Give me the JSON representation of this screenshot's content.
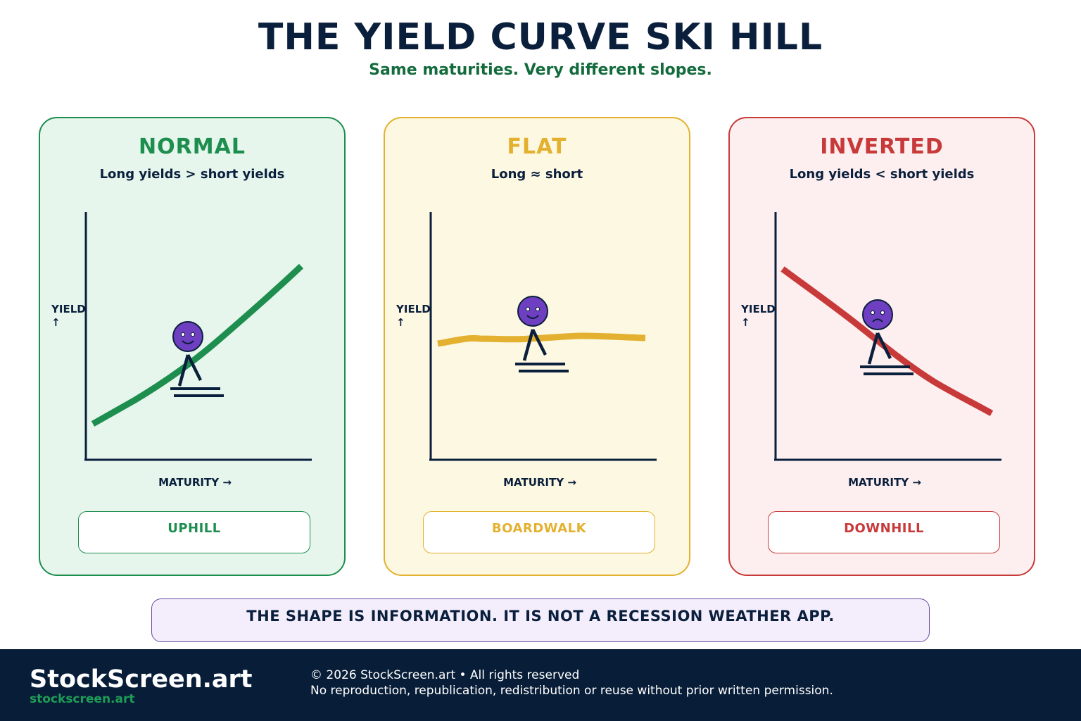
{
  "header": {
    "title": "THE YIELD CURVE SKI HILL",
    "subtitle": "Same maturities. Very different slopes."
  },
  "panels": [
    {
      "title": "NORMAL",
      "subtitle": "Long yields > short yields",
      "y_label": "YIELD",
      "y_arrow": "↑",
      "x_label": "MATURITY →",
      "tag": "UPHILL",
      "accent": "#1e8e4f",
      "background": "#e6f6ec",
      "mood": "happy"
    },
    {
      "title": "FLAT",
      "subtitle": "Long ≈ short",
      "y_label": "YIELD",
      "y_arrow": "↑",
      "x_label": "MATURITY →",
      "tag": "BOARDWALK",
      "accent": "#e3b12f",
      "background": "#fdf8e1",
      "mood": "happy"
    },
    {
      "title": "INVERTED",
      "subtitle": "Long yields < short yields",
      "y_label": "YIELD",
      "y_arrow": "↑",
      "x_label": "MATURITY →",
      "tag": "DOWNHILL",
      "accent": "#c83a3a",
      "background": "#fdefef",
      "mood": "sad"
    }
  ],
  "banner": {
    "text": "THE SHAPE IS INFORMATION. IT IS NOT A RECESSION WEATHER APP."
  },
  "footer": {
    "brand": "StockScreen.art",
    "url": "stockscreen.art",
    "copyright": "© 2026 StockScreen.art • All rights reserved",
    "notice": "No reproduction, republication, redistribution or reuse without prior written permission."
  },
  "colors": {
    "navy": "#0a1f3c",
    "green": "#136b3c",
    "skier_fill": "#6e3fc0",
    "banner_border": "#6b4aa0"
  }
}
